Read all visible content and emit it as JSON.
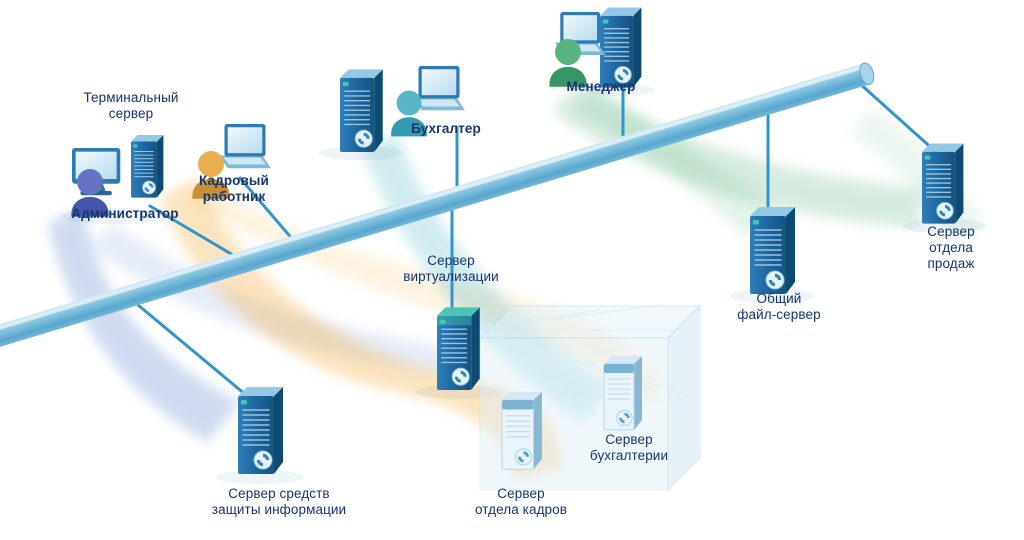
{
  "colors": {
    "label_text": "#16356d",
    "backbone": "#6fb8d9",
    "server_blue": "#1d639c",
    "administrator": "#4a5cb8",
    "hr_worker": "#e4a032",
    "accountant": "#3aabc0",
    "manager": "#3ca76a",
    "flow_yellow": "#f2a72e",
    "flow_blue": "#4a74c6",
    "flow_teal": "#41b3c5",
    "flow_green": "#4ca973"
  },
  "nodes": {
    "terminal_server": {
      "kind": "server",
      "label": "Терминальный\nсервер"
    },
    "administrator": {
      "kind": "person",
      "label": "Администратор"
    },
    "hr_worker": {
      "kind": "person",
      "label": "Кадровый\nработник"
    },
    "accountant": {
      "kind": "person",
      "label": "Бухгалтер"
    },
    "manager": {
      "kind": "person",
      "label": "Менеджер"
    },
    "virtualization_server": {
      "kind": "server",
      "label": "Сервер\nвиртуализации"
    },
    "file_server": {
      "kind": "server",
      "label": "Общий\nфайл-сервер"
    },
    "sales_server": {
      "kind": "server",
      "label": "Сервер\nотдела продаж"
    },
    "security_server": {
      "kind": "server",
      "label": "Сервер средств\nзащиты информации"
    },
    "hr_server": {
      "kind": "virtual-server",
      "label": "Сервер\nотдела кадров"
    },
    "accounting_server": {
      "kind": "virtual-server",
      "label": "Сервер\nбухгалтерии"
    }
  },
  "connections": [
    {
      "from": "terminal_server",
      "to": "backbone"
    },
    {
      "from": "hr_worker",
      "to": "backbone"
    },
    {
      "from": "accountant",
      "to": "backbone"
    },
    {
      "from": "manager",
      "to": "backbone"
    },
    {
      "from": "virtualization_server",
      "to": "backbone"
    },
    {
      "from": "file_server",
      "to": "backbone"
    },
    {
      "from": "sales_server",
      "to": "backbone"
    },
    {
      "from": "security_server",
      "to": "backbone"
    },
    {
      "from": "virtualization_server",
      "to": "hr_server",
      "type": "hosts"
    },
    {
      "from": "virtualization_server",
      "to": "accounting_server",
      "type": "hosts"
    }
  ]
}
